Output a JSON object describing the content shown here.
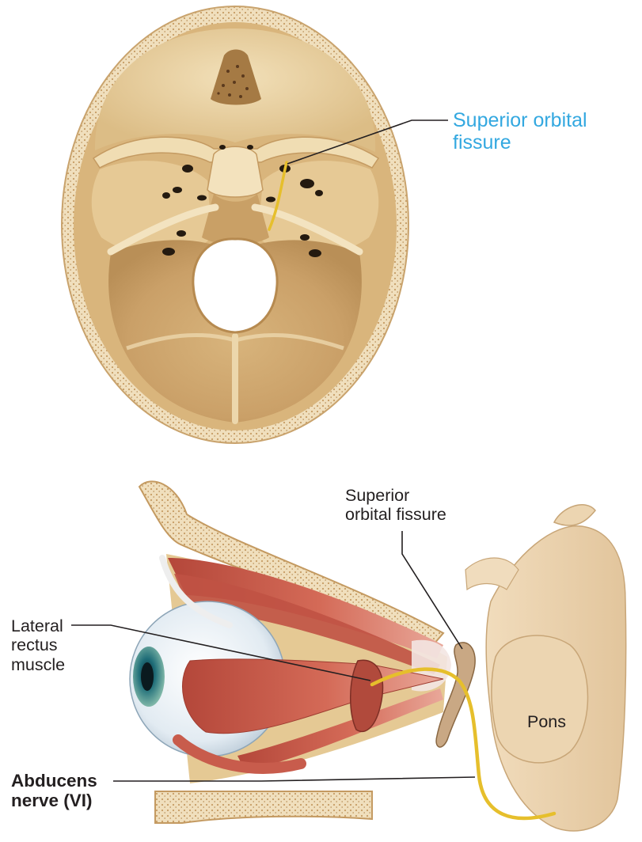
{
  "skull_view": {
    "label_superior_orbital_fissure": [
      "Superior orbital",
      "fissure"
    ]
  },
  "orbit_view": {
    "label_superior_orbital_fissure": [
      "Superior",
      "orbital fissure"
    ],
    "label_lateral_rectus": [
      "Lateral",
      "rectus",
      "muscle"
    ],
    "label_abducens": [
      "Abducens",
      "nerve (VI)"
    ],
    "label_pons": "Pons"
  },
  "colors": {
    "bone": "#e2c48e",
    "bone_light": "#f1dfb8",
    "bone_shadow": "#b98f57",
    "skull_rim": "#f4e7cb",
    "muscle": "#c45a4a",
    "nerve": "#e6bf2c",
    "label_blue": "#33a8e0",
    "label_dark": "#231f20"
  }
}
